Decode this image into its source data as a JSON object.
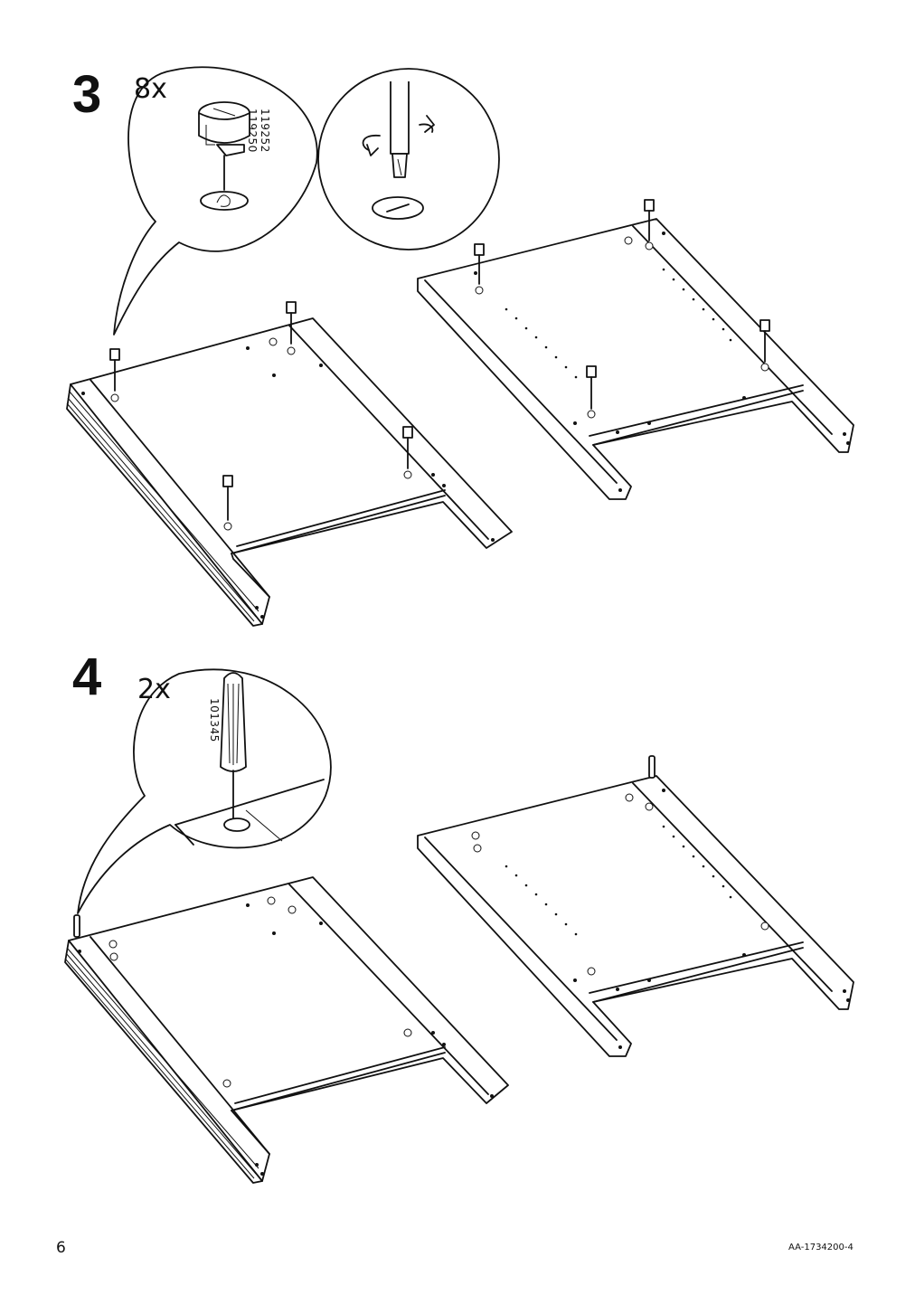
{
  "steps": [
    {
      "number": "3",
      "quantity": "8x",
      "part_numbers": [
        "119252",
        "119250"
      ]
    },
    {
      "number": "4",
      "quantity": "2x",
      "part_numbers": [
        "101345"
      ]
    }
  ],
  "footer": {
    "page_number": "6",
    "doc_code": "AA-1734200-4"
  },
  "icons": {
    "cam_lock": "cam-lock-fitting-icon",
    "screwdriver": "screwdriver-icon",
    "rotate": "rotate-clockwise-arrow-icon",
    "dowel": "wooden-dowel-icon"
  }
}
